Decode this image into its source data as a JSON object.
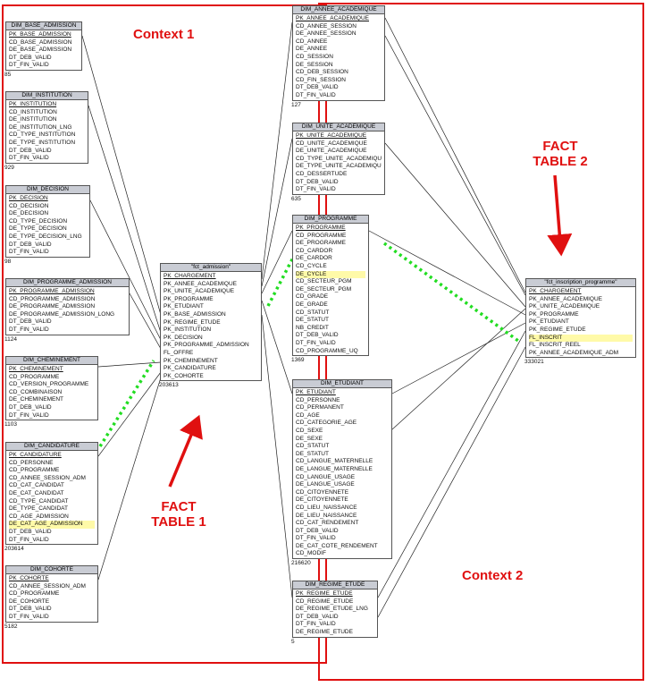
{
  "contexts": {
    "context1": "Context 1",
    "context2": "Context 2"
  },
  "fact_labels": {
    "fact1_line1": "FACT",
    "fact1_line2": "TABLE 1",
    "fact2_line1": "FACT",
    "fact2_line2": "TABLE 2"
  },
  "colors": {
    "context_border": "#e01010",
    "arrow": "#e01010",
    "dotted_link": "#22dd22",
    "table_header": "#c9ccd4",
    "highlight": "#fffaa8"
  },
  "tables": {
    "dim_base_admission": {
      "title": "DIM_BASE_ADMISSION",
      "fields": [
        "PK_BASE_ADMISSION",
        "CD_BASE_ADMISSION",
        "DE_BASE_ADMISSION",
        "DT_DEB_VALID",
        "DT_FIN_VALID"
      ],
      "count": "85"
    },
    "dim_institution": {
      "title": "DIM_INSTITUTION",
      "fields": [
        "PK_INSTITUTION",
        "CD_INSTITUTION",
        "DE_INSTITUTION",
        "DE_INSTITUTION_LNG",
        "CD_TYPE_INSTITUTION",
        "DE_TYPE_INSTITUTION",
        "DT_DEB_VALID",
        "DT_FIN_VALID"
      ],
      "count": "929"
    },
    "dim_decision": {
      "title": "DIM_DECISION",
      "fields": [
        "PK_DECISION",
        "CD_DECISION",
        "DE_DECISION",
        "CD_TYPE_DECISION",
        "DE_TYPE_DECISION",
        "DE_TYPE_DECISION_LNG",
        "DT_DEB_VALID",
        "DT_FIN_VALID"
      ],
      "count": "98"
    },
    "dim_programme_admission": {
      "title": "DIM_PROGRAMME_ADMISSION",
      "fields": [
        "PK_PROGRAMME_ADMISSION",
        "CD_PROGRAMME_ADMISSION",
        "DE_PROGRAMME_ADMISSION",
        "DE_PROGRAMME_ADMISSION_LONG",
        "DT_DEB_VALID",
        "DT_FIN_VALID"
      ],
      "count": "1124"
    },
    "dim_cheminement": {
      "title": "DIM_CHEMINEMENT",
      "fields": [
        "PK_CHEMINEMENT",
        "CD_PROGRAMME",
        "CD_VERSION_PROGRAMME",
        "CD_COMBINAISON",
        "DE_CHEMINEMENT",
        "DT_DEB_VALID",
        "DT_FIN_VALID"
      ],
      "count": "1103"
    },
    "dim_candidature": {
      "title": "DIM_CANDIDATURE",
      "fields": [
        "PK_CANDIDATURE",
        "CD_PERSONNE",
        "CD_PROGRAMME",
        "CD_ANNEE_SESSION_ADM",
        "CD_CAT_CANDIDAT",
        "DE_CAT_CANDIDAT",
        "CD_TYPE_CANDIDAT",
        "DE_TYPE_CANDIDAT",
        "CD_AGE_ADMISSION",
        "DE_CAT_AGE_ADMISSION",
        "DT_DEB_VALID",
        "DT_FIN_VALID"
      ],
      "count": "203614",
      "highlight": [
        9
      ]
    },
    "dim_cohorte": {
      "title": "DIM_COHORTE",
      "fields": [
        "PK_COHORTE",
        "CD_ANNEE_SESSION_ADM",
        "CD_PROGRAMME",
        "DE_COHORTE",
        "DT_DEB_VALID",
        "DT_FIN_VALID"
      ],
      "count": "5182"
    },
    "fct_admission": {
      "title": "\"fct_admission\"",
      "fields": [
        "PK_CHARGEMENT",
        "PK_ANNEE_ACADEMIQUE",
        "PK_UNITE_ACADEMIQUE",
        "PK_PROGRAMME",
        "PK_ETUDIANT",
        "PK_BASE_ADMISSION",
        "PK_REGIME_ETUDE",
        "PK_INSTITUTION",
        "PK_DECISION",
        "PK_PROGRAMME_ADMISSION",
        "FL_OFFRE",
        "PK_CHEMINEMENT",
        "PK_CANDIDATURE",
        "PK_COHORTE"
      ],
      "count": "203613"
    },
    "dim_annee_academique": {
      "title": "DIM_ANNEE_ACADEMIQUE",
      "fields": [
        "PK_ANNEE_ACADEMIQUE",
        "CD_ANNEE_SESSION",
        "DE_ANNEE_SESSION",
        "CD_ANNEE",
        "DE_ANNEE",
        "CD_SESSION",
        "DE_SESSION",
        "CD_DEB_SESSION",
        "CD_FIN_SESSION",
        "DT_DEB_VALID",
        "DT_FIN_VALID"
      ],
      "count": "127"
    },
    "dim_unite_academique": {
      "title": "DIM_UNITE_ACADEMIQUE",
      "fields": [
        "PK_UNITE_ACADEMIQUE",
        "CD_UNITE_ACADEMIQUE",
        "DE_UNITE_ACADEMIQUE",
        "CD_TYPE_UNITE_ACADEMIQUE",
        "DE_TYPE_UNITE_ACADEMIQUE",
        "CD_DESSERTUDE",
        "DT_DEB_VALID",
        "DT_FIN_VALID"
      ],
      "count": "635"
    },
    "dim_programme": {
      "title": "DIM_PROGRAMME",
      "fields": [
        "PK_PROGRAMME",
        "CD_PROGRAMME",
        "DE_PROGRAMME",
        "CD_CARDOR",
        "DE_CARDOR",
        "CD_CYCLE",
        "DE_CYCLE",
        "CD_SECTEUR_PGM",
        "DE_SECTEUR_PGM",
        "CD_GRADE",
        "DE_GRADE",
        "CD_STATUT",
        "DE_STATUT",
        "NB_CREDIT",
        "DT_DEB_VALID",
        "DT_FIN_VALID",
        "CD_PROGRAMME_UQ"
      ],
      "count": "1369",
      "highlight": [
        6
      ]
    },
    "dim_etudiant": {
      "title": "DIM_ETUDIANT",
      "fields": [
        "PK_ETUDIANT",
        "CD_PERSONNE",
        "CD_PERMANENT",
        "CD_AGE",
        "CD_CATEGORIE_AGE",
        "CD_SEXE",
        "DE_SEXE",
        "CD_STATUT",
        "DE_STATUT",
        "CD_LANGUE_MATERNELLE",
        "DE_LANGUE_MATERNELLE",
        "CD_LANGUE_USAGE",
        "DE_LANGUE_USAGE",
        "CD_CITOYENNETE",
        "DE_CITOYENNETE",
        "CD_LIEU_NAISSANCE",
        "DE_LIEU_NAISSANCE",
        "CD_CAT_RENDEMENT",
        "DT_DEB_VALID",
        "DT_FIN_VALID",
        "DE_CAT_COTE_RENDEMENT",
        "CD_MODIF"
      ],
      "count": "216620"
    },
    "dim_regime_etude": {
      "title": "DIM_REGIME_ETUDE",
      "fields": [
        "PK_REGIME_ETUDE",
        "CD_REGIME_ETUDE",
        "DE_REGIME_ETUDE_LNG",
        "DT_DEB_VALID",
        "DT_FIN_VALID",
        "DE_REGIME_ETUDE"
      ],
      "count": "5"
    },
    "fct_inscription_programme": {
      "title": "\"fct_inscription_programme\"",
      "fields": [
        "PK_CHARGEMENT",
        "PK_ANNEE_ACADEMIQUE",
        "PK_UNITE_ACADEMIQUE",
        "PK_PROGRAMME",
        "PK_ETUDIANT",
        "PK_REGIME_ETUDE",
        "FL_INSCRIT",
        "FL_INSCRIT_REEL",
        "PK_ANNEE_ACADEMIQUE_ADM"
      ],
      "count": "333021",
      "highlight": [
        6
      ]
    }
  }
}
